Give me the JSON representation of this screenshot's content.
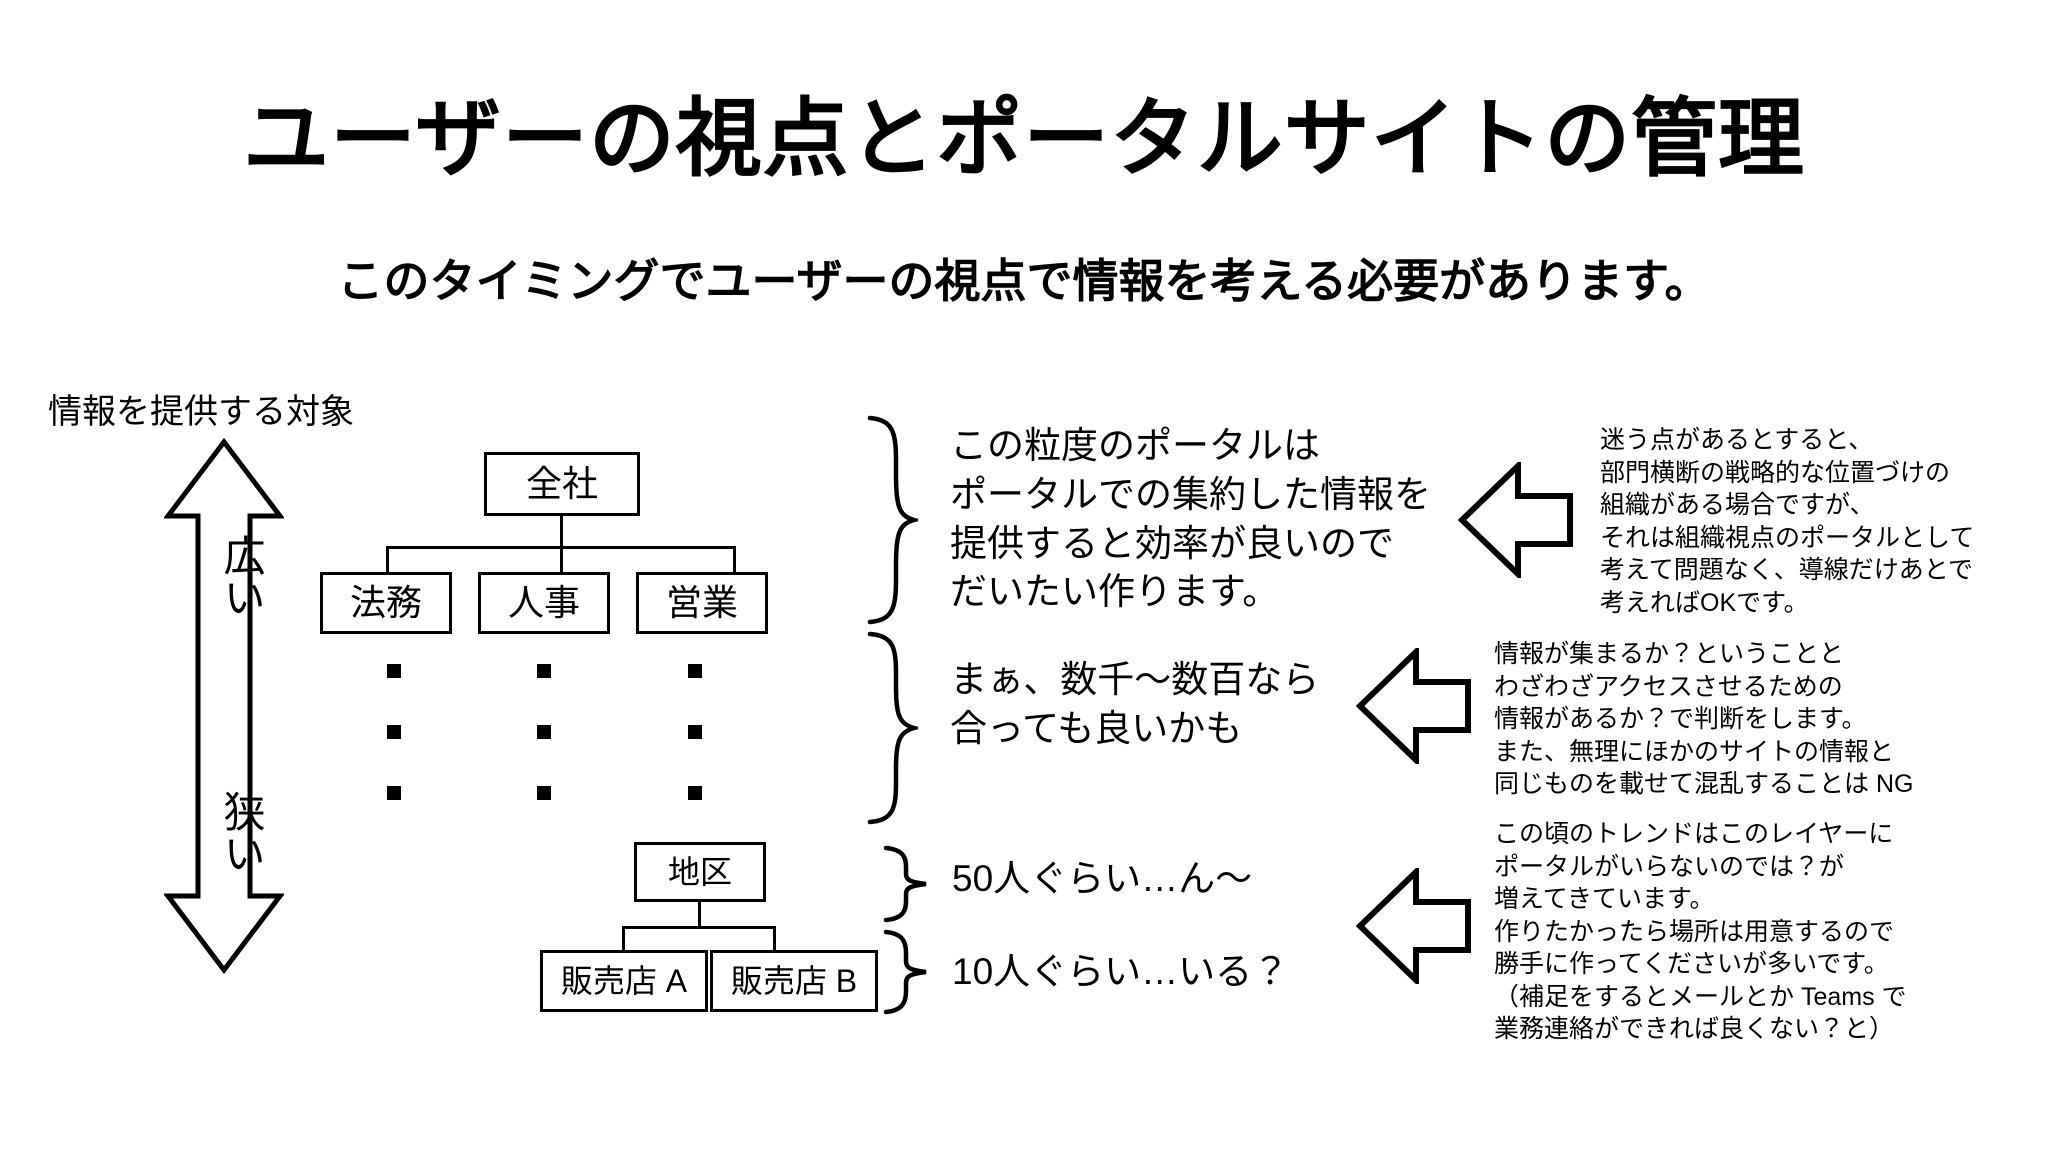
{
  "slide": {
    "title": "ユーザーの視点とポータルサイトの管理",
    "subtitle": "このタイミングでユーザーの視点で情報を考える必要があります。"
  },
  "axis": {
    "caption": "情報を提供する対象",
    "top_label": "広い",
    "bottom_label": "狭い"
  },
  "org_chart_top": {
    "root": "全社",
    "children": [
      "法務",
      "人事",
      "営業"
    ]
  },
  "org_chart_bottom": {
    "root": "地区",
    "children": [
      "販売店 A",
      "販売店 B"
    ]
  },
  "callouts": {
    "tier1": "この粒度のポータルは\nポータルでの集約した情報を\n提供すると効率が良いので\nだいたい作ります。",
    "tier2": "まぁ、数千〜数百なら\n合っても良いかも",
    "tier3": "50人ぐらい…ん〜",
    "tier4": "10人ぐらい…いる？"
  },
  "notes": {
    "note1": "迷う点があるとすると、\n部門横断の戦略的な位置づけの\n組織がある場合ですが、\nそれは組織視点のポータルとして\n考えて問題なく、導線だけあとで\n考えればOKです。",
    "note2": "情報が集まるか？ということと\nわざわざアクセスさせるための\n情報があるか？で判断をします。\nまた、無理にほかのサイトの情報と\n同じものを載せて混乱することは NG",
    "note3": "この頃のトレンドはこのレイヤーに\nポータルがいらないのでは？が\n増えてきています。\n作りたかったら場所は用意するので\n勝手に作ってくださいが多いです。\n（補足をするとメールとか Teams で\n業務連絡ができれば良くない？と）"
  },
  "icons": {
    "vertical_double_arrow": "double-arrow-vertical-icon",
    "block_arrow_left": "block-arrow-left-icon",
    "brace_right": "curly-brace-right-icon"
  },
  "colors": {
    "ink": "#000000",
    "paper": "#ffffff"
  }
}
